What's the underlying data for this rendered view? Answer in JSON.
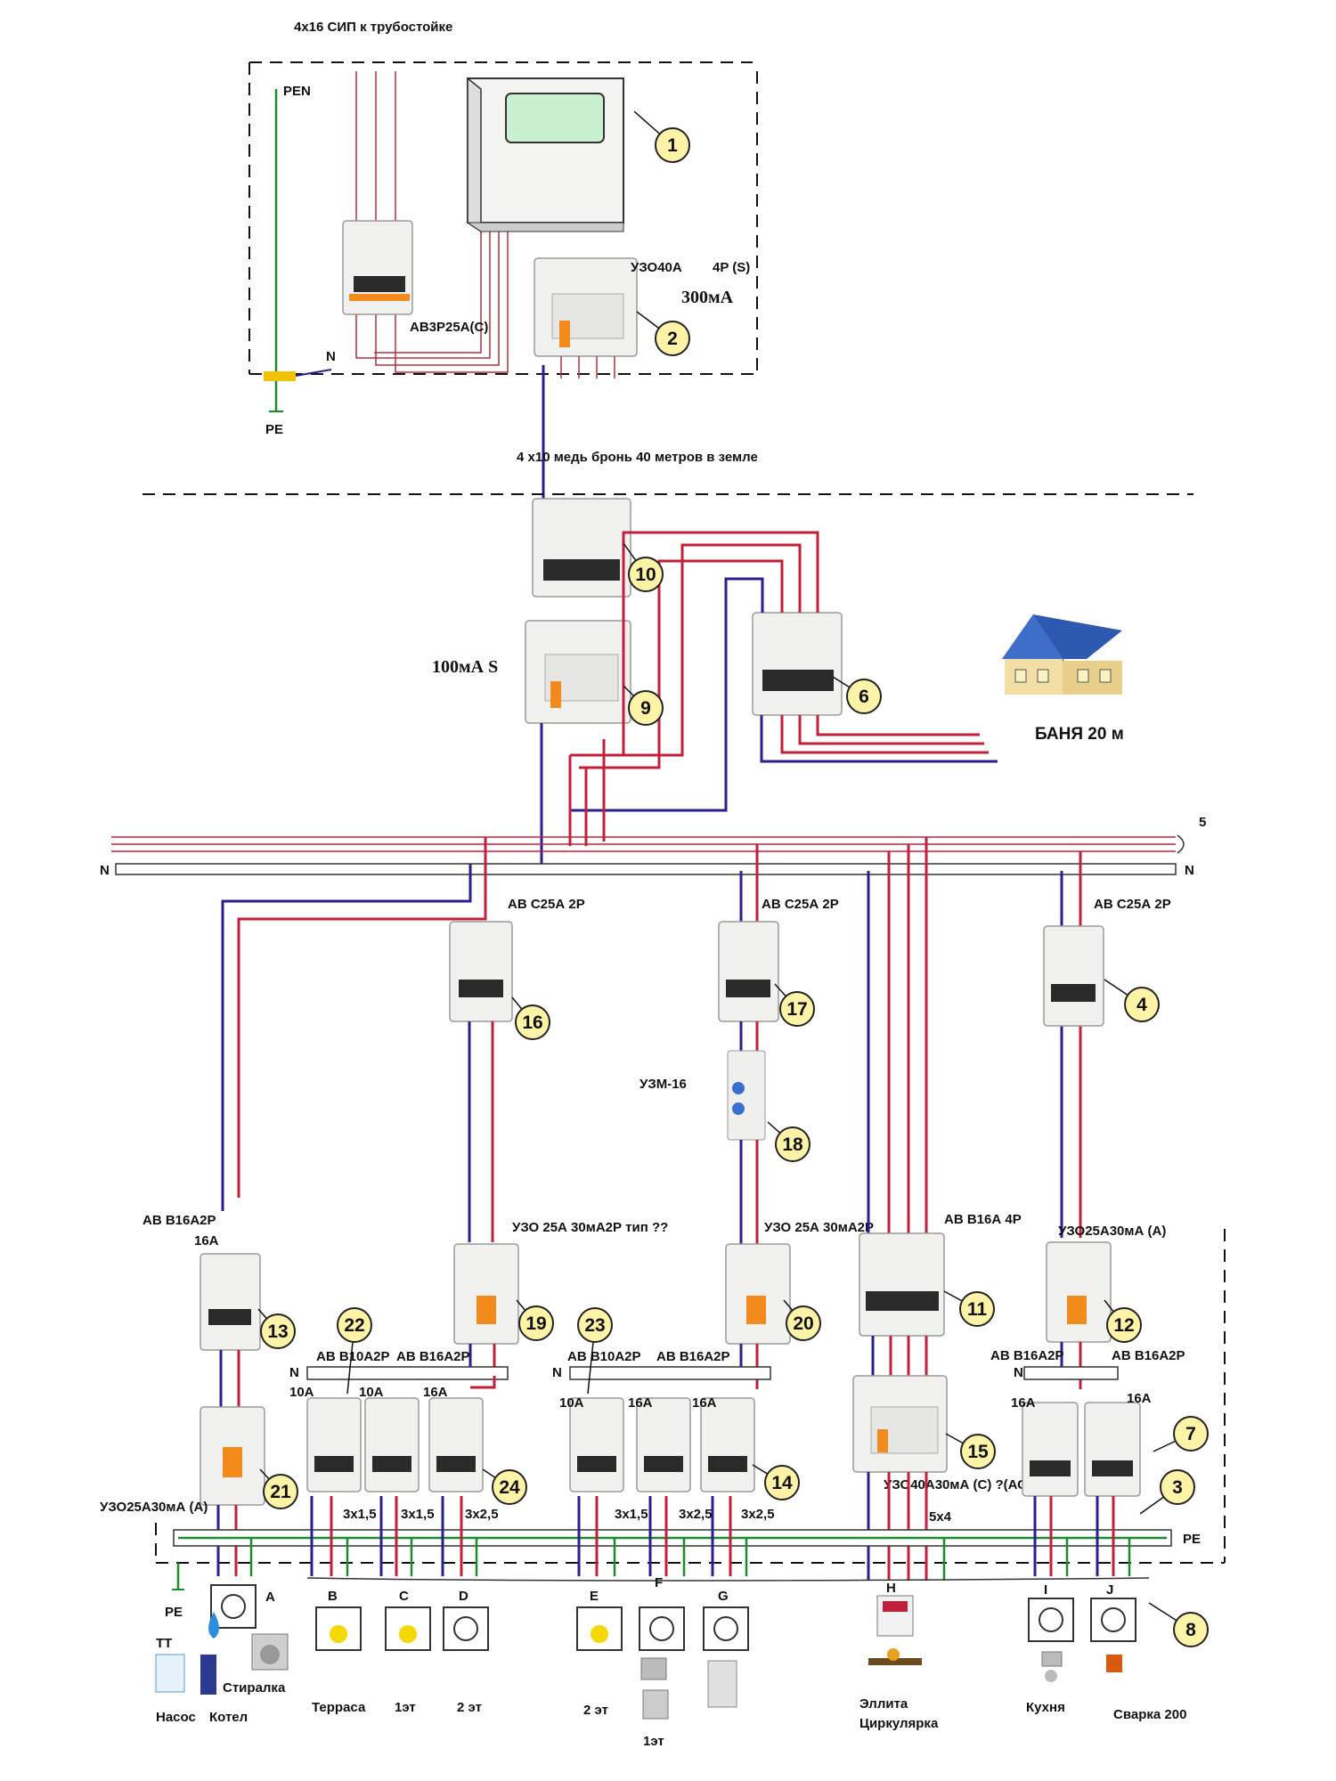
{
  "labels": {
    "sip": "4х16 СИП к трубостойке",
    "pen": "PEN",
    "n_top": "N",
    "pe_top": "PE",
    "uzo40_4p": "УЗО40А",
    "uzo40_4p_type": "4P (S)",
    "ma300": "300мА",
    "av3p25": "АВ3Р25А(С)",
    "cable": "4 х10 медь бронь 40 метров в земле",
    "ma100": "100мА S",
    "banya": "БАНЯ 20 м",
    "n_left": "N",
    "n_right": "N",
    "av_c25_16": "АВ С25А 2Р",
    "av_c25_17": "АВ С25А 2Р",
    "av_c25_4": "АВ С25А 2Р",
    "uzm16": "УЗМ-16",
    "av_b16_2p_13": "АВ В16А2Р",
    "a16_13": "16А",
    "uzo_19": "УЗО 25А 30мА2Р тип ??",
    "uzo_20": "УЗО 25А 30мА2Р",
    "av_b16_4p": "АВ В16А 4Р",
    "uzo_12": "УЗО25А30мА (А)",
    "av_b10_22": "АВ В10А2Р",
    "av_b16_22": "АВ В16А2Р",
    "av_b10_23": "АВ В10А2Р",
    "av_b16_23": "АВ В16А2Р",
    "av_b16_7a": "АВ В16А2Р",
    "av_b16_7b": "АВ В16А2Р",
    "n_22": "N",
    "n_23": "N",
    "n_7": "N",
    "a10_1": "10А",
    "a10_2": "10А",
    "a16_1": "16А",
    "a10_3": "10А",
    "a16_2": "16А",
    "a16_3": "16А",
    "a16_4": "16А",
    "a16_5": "16А",
    "uzo_21": "УЗО25А30мА (А)",
    "uzo_15": "УЗО40А30мА (С) ?(АС)",
    "w1": "3х1,5",
    "w2": "3х1,5",
    "w3": "3х2,5",
    "w4": "3х1,5",
    "w5": "3х2,5",
    "w6": "3х2,5",
    "w7": "5х4",
    "pe_bus": "PE",
    "pe_bottom": "PE",
    "tt": "ТТ",
    "cons_a": "A",
    "cons_b": "B",
    "cons_c": "C",
    "cons_d": "D",
    "cons_e": "E",
    "cons_f": "F",
    "cons_g": "G",
    "cons_h": "H",
    "cons_i": "I",
    "cons_j": "J",
    "stiralka": "Стиралка",
    "nasos": "Насос",
    "kotel": "Котел",
    "terrasa": "Терраса",
    "et1_a": "1эт",
    "et2_a": "2 эт",
    "et2_b": "2 эт",
    "et1_b": "1эт",
    "elplita": "Эллита",
    "cirkular": "Циркулярка",
    "kuhnya": "Кухня",
    "svarka": "Сварка 200",
    "bus5": "5"
  },
  "markers": [
    "1",
    "2",
    "3",
    "4",
    "6",
    "7",
    "8",
    "9",
    "10",
    "11",
    "12",
    "13",
    "14",
    "15",
    "16",
    "17",
    "18",
    "19",
    "20",
    "21",
    "22",
    "23",
    "24"
  ],
  "colors": {
    "phase": "#c0203a",
    "neutral": "#2b1f8f",
    "earth": "#1e8a2e",
    "marker": "#fff3a8"
  }
}
